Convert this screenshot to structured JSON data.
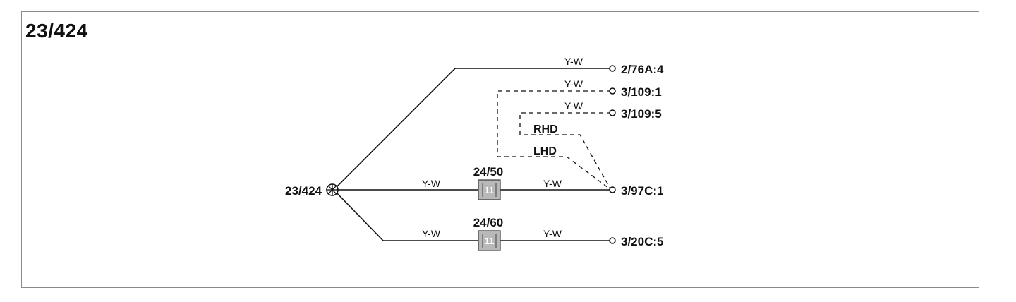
{
  "title": "23/424",
  "splice": {
    "label": "23/424"
  },
  "connectors": {
    "c1": "2/76A:4",
    "c2": "3/109:1",
    "c3": "3/109:5",
    "c4": "3/97C:1",
    "c5": "3/20C:5"
  },
  "wire_color": "Y-W",
  "wire_labels": {
    "w1": "Y-W",
    "w2": "Y-W",
    "w3": "Y-W",
    "w4a": "Y-W",
    "w4b": "Y-W",
    "w5a": "Y-W",
    "w5b": "Y-W"
  },
  "inline_connectors": [
    {
      "label": "24/50",
      "pin": "11"
    },
    {
      "label": "24/60",
      "pin": "11"
    }
  ],
  "variants": {
    "rhd": "RHD",
    "lhd": "LHD"
  },
  "colors": {
    "line": "#111111",
    "box_fill": "#b8b8b8",
    "frame": "#8a8a8a"
  }
}
